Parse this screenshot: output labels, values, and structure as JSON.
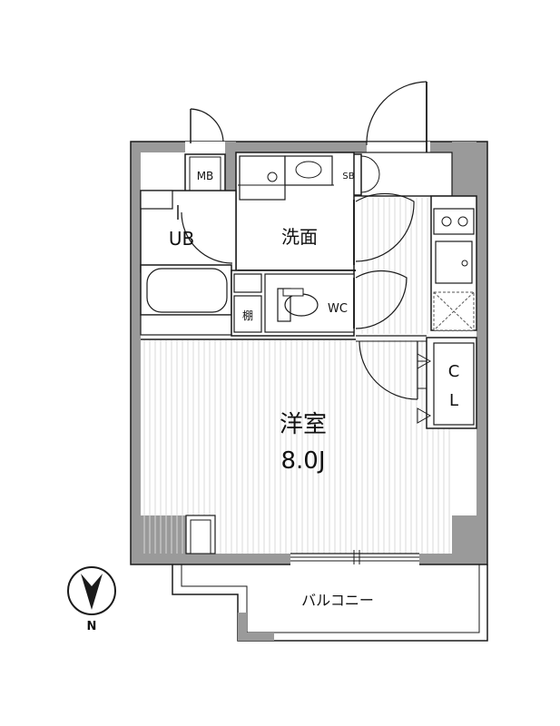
{
  "plan": {
    "rooms": {
      "western_room": {
        "label": "洋室",
        "size": "8.0J"
      },
      "washroom": {
        "label": "洗面"
      },
      "unit_bath": {
        "label": "UB"
      },
      "toilet": {
        "label": "WC"
      },
      "closet": {
        "label_top": "C",
        "label_bottom": "L"
      },
      "shelf": {
        "label": "棚"
      },
      "meter_box": {
        "label": "MB"
      },
      "shoe_box": {
        "label": "SB"
      },
      "balcony": {
        "label": "バルコニー"
      }
    },
    "compass": {
      "label": "N",
      "icon": "north-arrow-icon"
    },
    "colors": {
      "wall": "#9a9a9a",
      "line": "#1a1a1a",
      "floor_stripe": "#d6d6d6",
      "background": "#ffffff"
    }
  }
}
